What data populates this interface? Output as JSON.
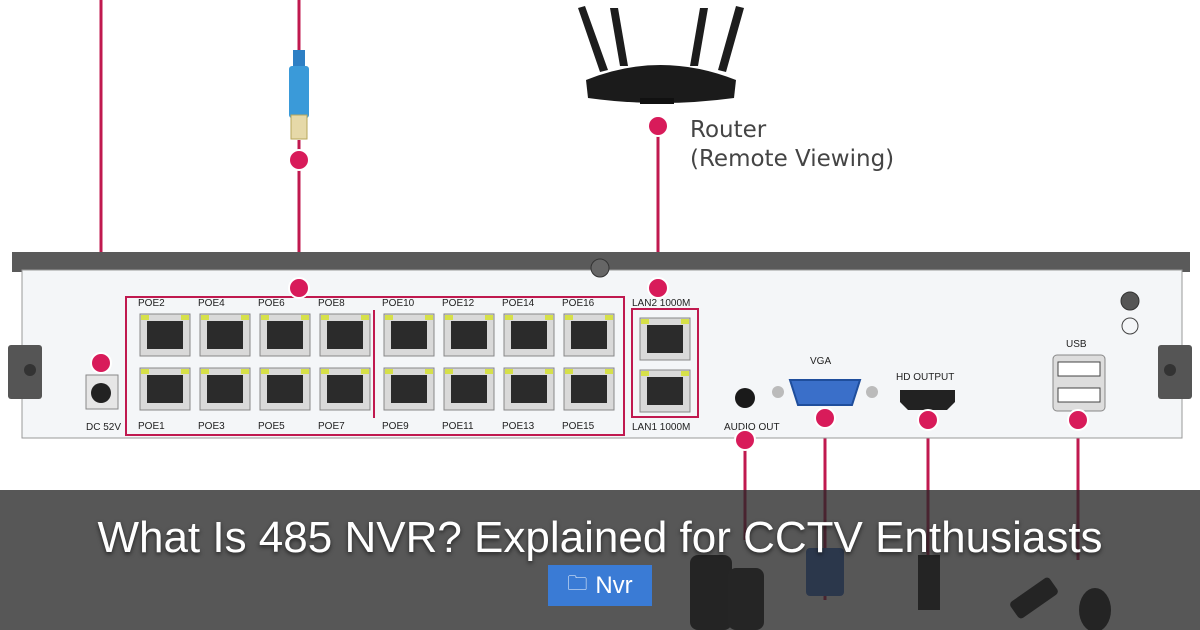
{
  "router": {
    "line1": "Router",
    "line2": "(Remote Viewing)"
  },
  "nvr": {
    "poe_top": [
      "POE2",
      "POE4",
      "POE6",
      "POE8",
      "POE10",
      "POE12",
      "POE14",
      "POE16"
    ],
    "poe_bottom": [
      "POE1",
      "POE3",
      "POE5",
      "POE7",
      "POE9",
      "POE11",
      "POE13",
      "POE15"
    ],
    "lan2": "LAN2 1000M",
    "lan1": "LAN1 1000M",
    "dc": "DC 52V",
    "vga": "VGA",
    "hd_output": "HD OUTPUT",
    "usb": "USB",
    "audio_out": "AUDIO OUT"
  },
  "article": {
    "title": "What Is 485 NVR? Explained for CCTV Enthusiasts",
    "tag_label": "Nvr",
    "tag_icon": "folder-icon"
  },
  "colors": {
    "accent_line": "#c0194f",
    "tag_bg": "#3a7bd5",
    "overlay": "#282828"
  }
}
